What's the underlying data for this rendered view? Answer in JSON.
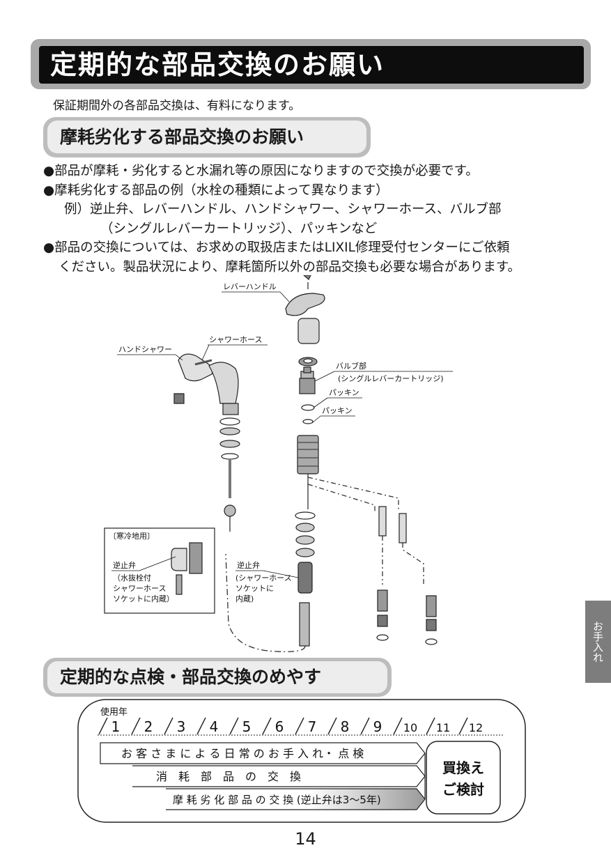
{
  "main_title": "定期的な部品交換のお願い",
  "intro": "保証期間外の各部品交換は、有料になります。",
  "section1": {
    "title": "摩耗劣化する部品交換のお願い",
    "lines": [
      "●部品が摩耗・劣化すると水漏れ等の原因になりますので交換が必要です。",
      "●摩耗劣化する部品の例（水栓の種類によって異なります）",
      "例）逆止弁、レバーハンドル、ハンドシャワー、シャワーホース、バルブ部",
      "（シングルレバーカートリッジ）、パッキンなど",
      "●部品の交換については、お求めの取扱店またはLIXIL修理受付センターにご依頼",
      "ください。製品状況により、摩耗箇所以外の部品交換も必要な場合があります。"
    ]
  },
  "diagram": {
    "label_lever": "レバーハンドル",
    "label_hand_shower": "ハンドシャワー",
    "label_shower_hose": "シャワーホース",
    "label_valve": "バルブ部",
    "label_valve_sub": "(シングルレバーカートリッジ)",
    "label_packing1": "パッキン",
    "label_packing2": "パッキン",
    "cold_box_title": "〔寒冷地用〕",
    "cold_check_valve": "逆止弁",
    "cold_note_1": "（水抜栓付",
    "cold_note_2": "シャワーホース",
    "cold_note_3": "ソケットに内蔵）",
    "check_valve": "逆止弁",
    "check_note_1": "(シャワーホース",
    "check_note_2": "ソケットに",
    "check_note_3": "内蔵)"
  },
  "section2": {
    "title": "定期的な点検・部品交換のめやす"
  },
  "schedule": {
    "year_label": "使用年",
    "years": [
      "1",
      "2",
      "3",
      "4",
      "5",
      "6",
      "7",
      "8",
      "9",
      "10",
      "11",
      "12"
    ],
    "row1": "お 客 さ ま に よ る 日 常 の お 手 入 れ・ 点 検",
    "row2": "消　耗　部　品　の　交　換",
    "row3": "摩 耗 劣 化 部 品 の 交 換 (逆止弁は3〜5年)",
    "replace_1": "買換え",
    "replace_2": "ご検討"
  },
  "side_tab": "お手入れ",
  "page_number": "14"
}
